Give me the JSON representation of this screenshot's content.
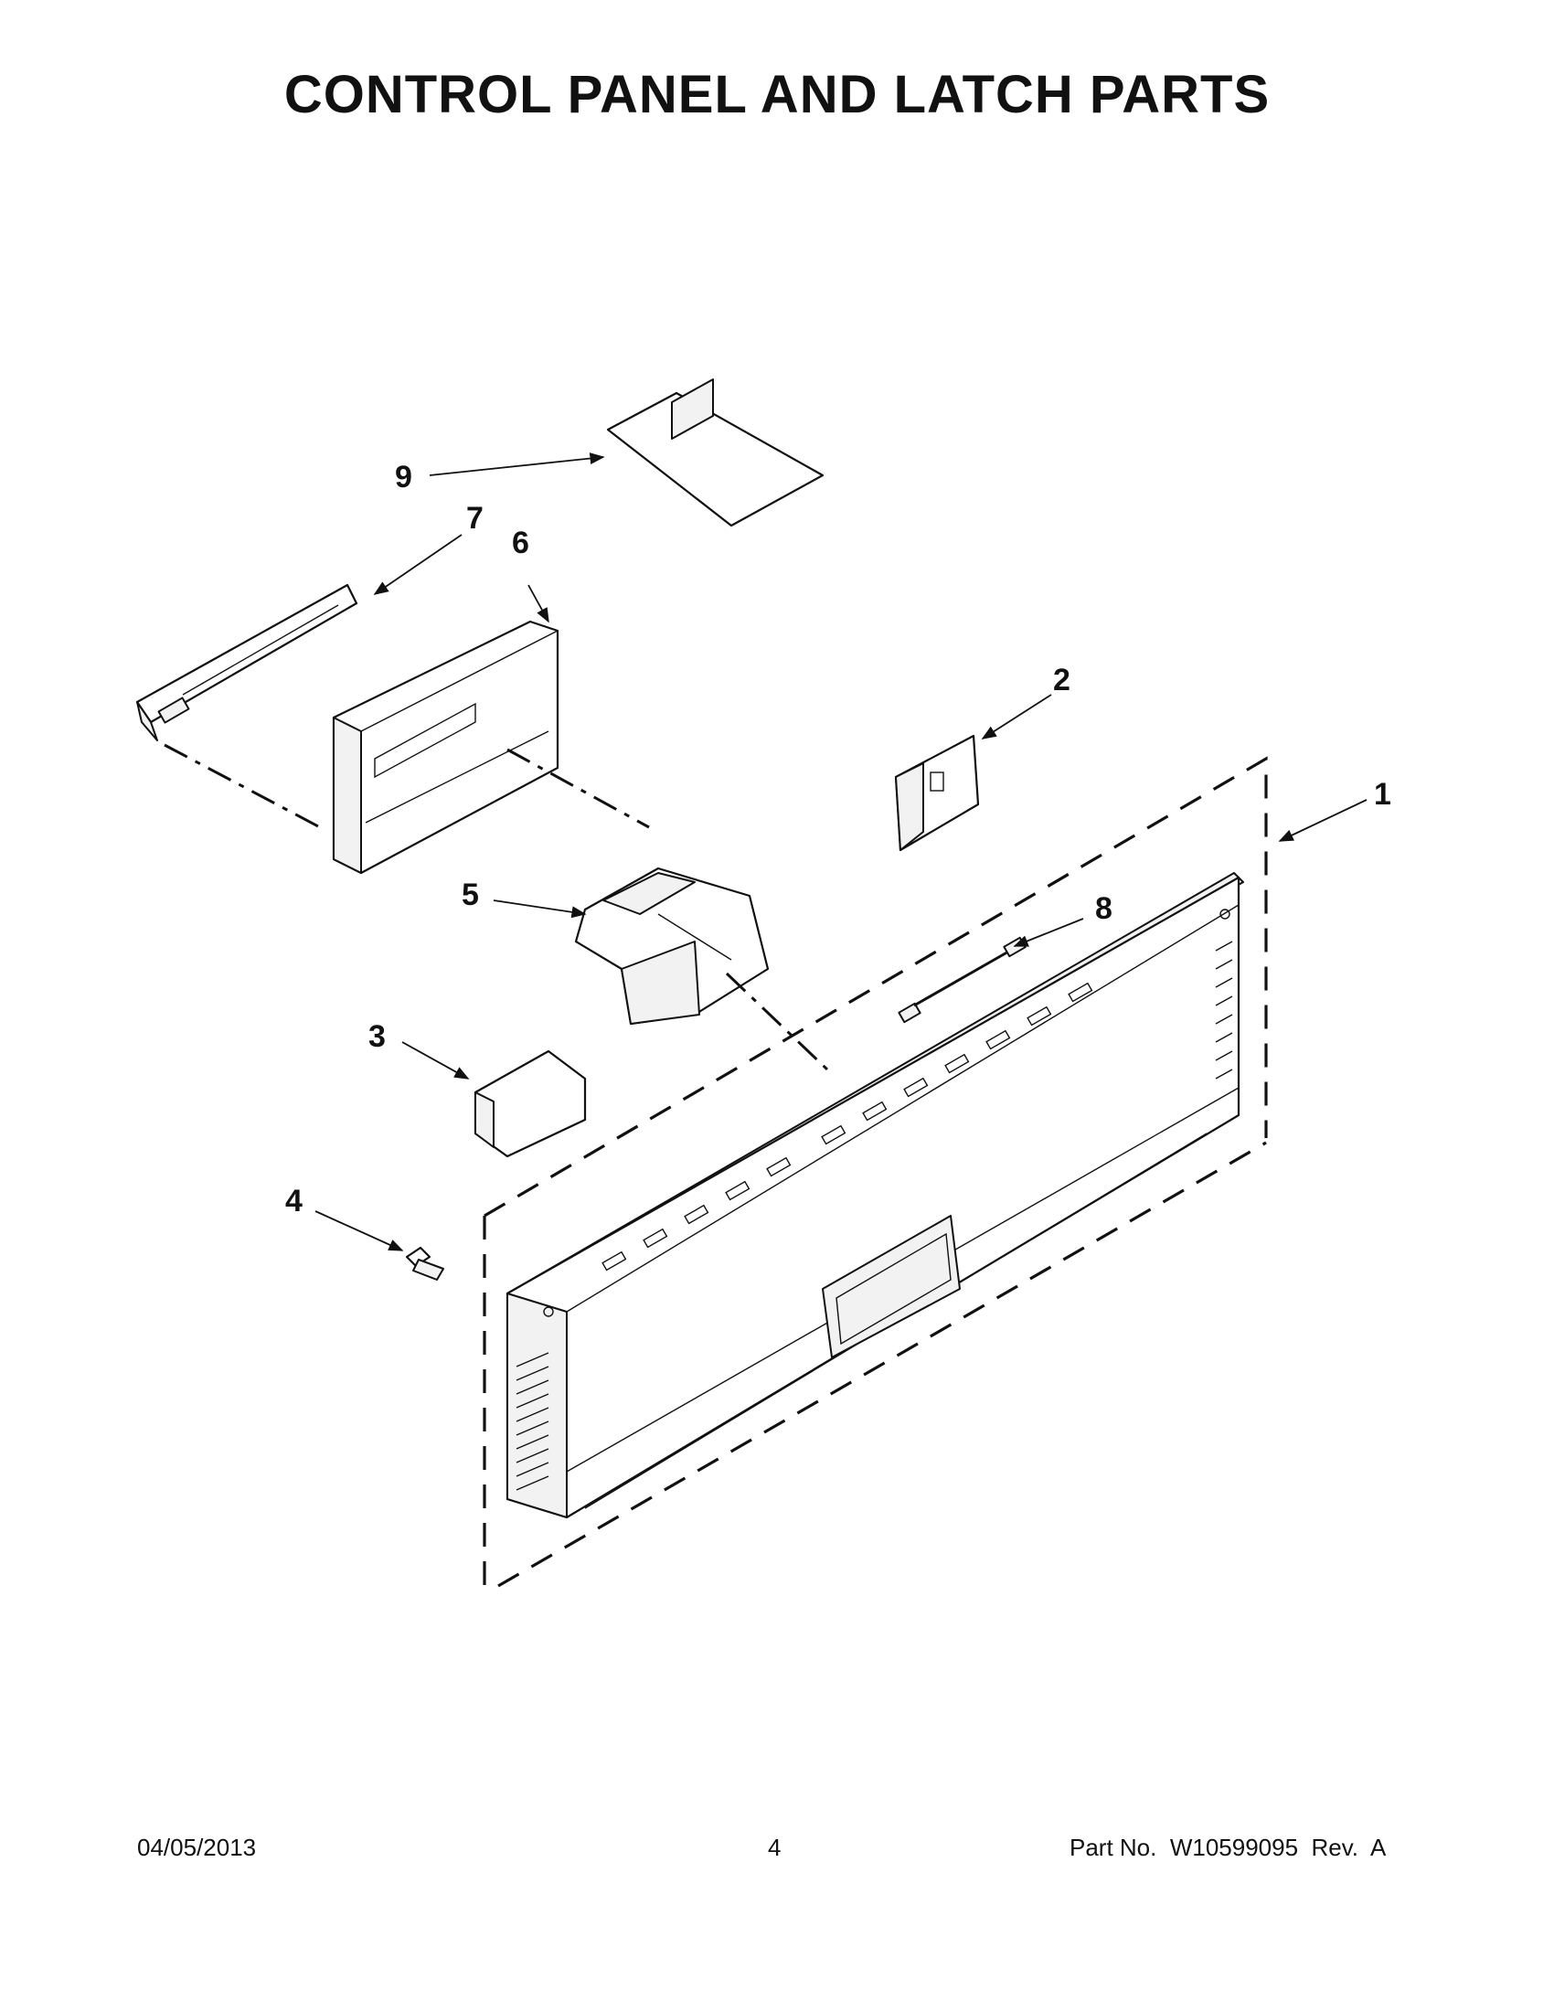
{
  "title": "CONTROL PANEL AND LATCH PARTS",
  "callouts": [
    {
      "id": "1",
      "label": "1"
    },
    {
      "id": "2",
      "label": "2"
    },
    {
      "id": "3",
      "label": "3"
    },
    {
      "id": "4",
      "label": "4"
    },
    {
      "id": "5",
      "label": "5"
    },
    {
      "id": "6",
      "label": "6"
    },
    {
      "id": "7",
      "label": "7"
    },
    {
      "id": "8",
      "label": "8"
    },
    {
      "id": "9",
      "label": "9"
    }
  ],
  "footer": {
    "date": "04/05/2013",
    "page_number": "4",
    "part_no": "Part No.  W10599095  Rev.  A"
  }
}
